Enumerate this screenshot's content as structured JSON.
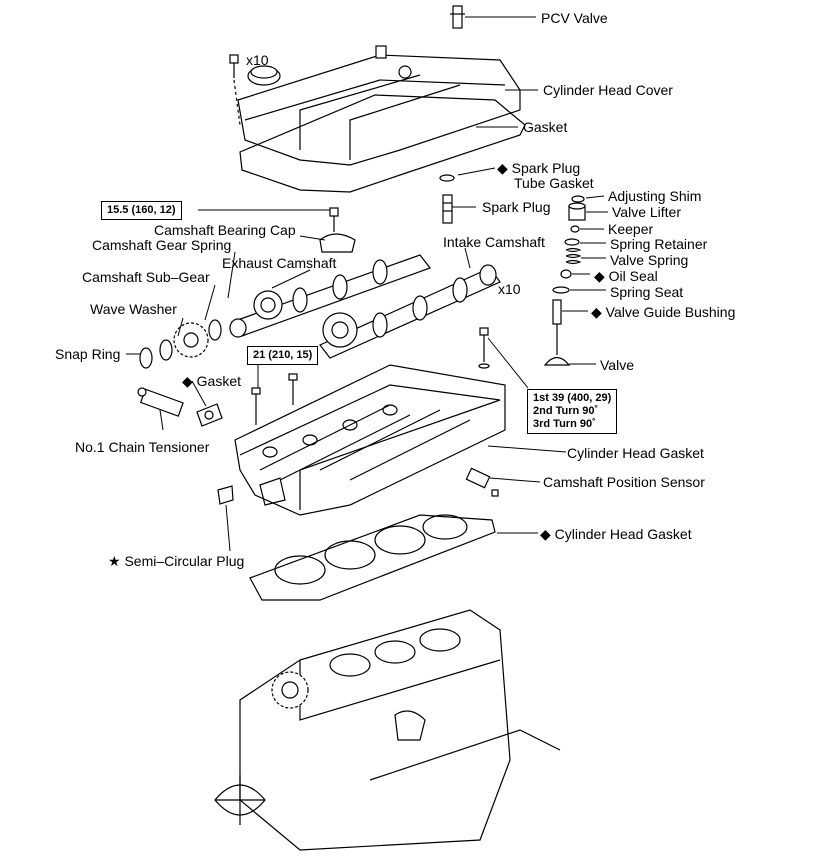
{
  "labels": {
    "pcv_valve": "PCV Valve",
    "bolt_count_cover": "x10",
    "cylinder_head_cover": "Cylinder Head Cover",
    "gasket_cover": "Gasket",
    "spark_plug_tube_gasket_1": "◆ Spark Plug",
    "spark_plug_tube_gasket_2": "Tube Gasket",
    "spark_plug": "Spark Plug",
    "adjusting_shim": "Adjusting Shim",
    "valve_lifter": "Valve Lifter",
    "keeper": "Keeper",
    "spring_retainer": "Spring Retainer",
    "valve_spring": "Valve Spring",
    "oil_seal": "◆ Oil Seal",
    "spring_seat": "Spring Seat",
    "valve_guide_bushing": "◆ Valve Guide Bushing",
    "valve": "Valve",
    "camshaft_bearing_cap": "Camshaft Bearing Cap",
    "camshaft_gear_spring": "Camshaft Gear Spring",
    "intake_camshaft": "Intake Camshaft",
    "exhaust_camshaft": "Exhaust Camshaft",
    "camshaft_sub_gear": "Camshaft Sub–Gear",
    "bolt_count_cap": "x10",
    "wave_washer": "Wave Washer",
    "snap_ring": "Snap Ring",
    "gasket_tensioner": "◆ Gasket",
    "no1_chain_tensioner": "No.1 Chain Tensioner",
    "cylinder_head_gasket_1": "Cylinder Head Gasket",
    "camshaft_position_sensor": "Camshaft Position Sensor",
    "cylinder_head_gasket_2": "◆ Cylinder Head Gasket",
    "semi_circular_plug": "★ Semi–Circular Plug"
  },
  "torque_specs": {
    "bearing_cap": "15.5 (160, 12)",
    "tensioner_bolt": "21 (210, 15)",
    "head_bolt_1st": "1st 39 (400, 29)",
    "head_bolt_2nd": "2nd Turn 90˚",
    "head_bolt_3rd": "3rd Turn 90˚"
  },
  "colors": {
    "ink": "#000000",
    "paper": "#ffffff"
  }
}
